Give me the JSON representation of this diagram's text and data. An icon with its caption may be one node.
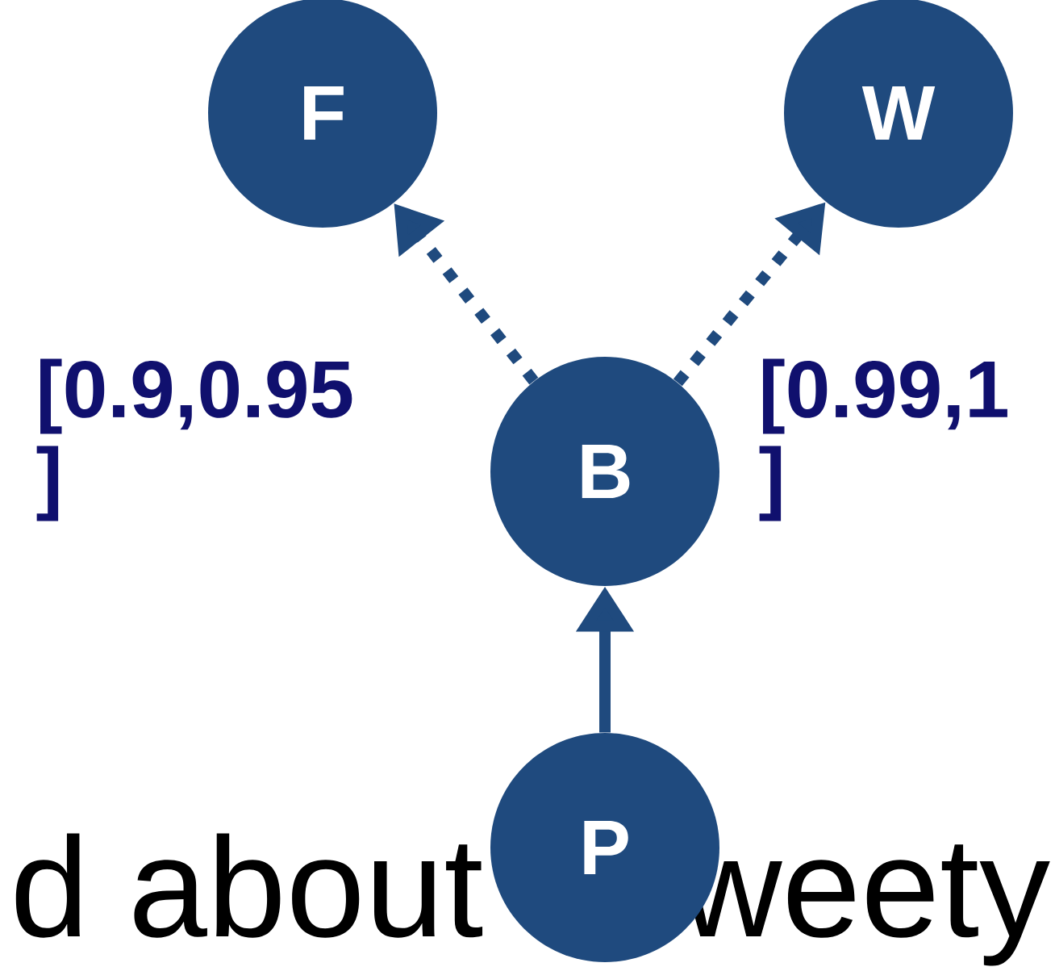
{
  "diagram": {
    "nodes": [
      {
        "text": [
          "F"
        ]
      },
      {
        "text": [
          "W"
        ]
      },
      {
        "text": [
          "B"
        ]
      },
      {
        "text": [
          "P"
        ]
      }
    ],
    "edges": [
      {
        "from": 2,
        "to": 0,
        "arrow": "to",
        "style": "dashed",
        "label": "[0.9,0.95 ]"
      },
      {
        "from": 2,
        "to": 1,
        "arrow": "to",
        "style": "dashed",
        "label": "[0.99,1 ]"
      },
      {
        "from": 3,
        "to": 2,
        "arrow": "to"
      }
    ],
    "labels": [
      "d about",
      "weety"
    ]
  }
}
